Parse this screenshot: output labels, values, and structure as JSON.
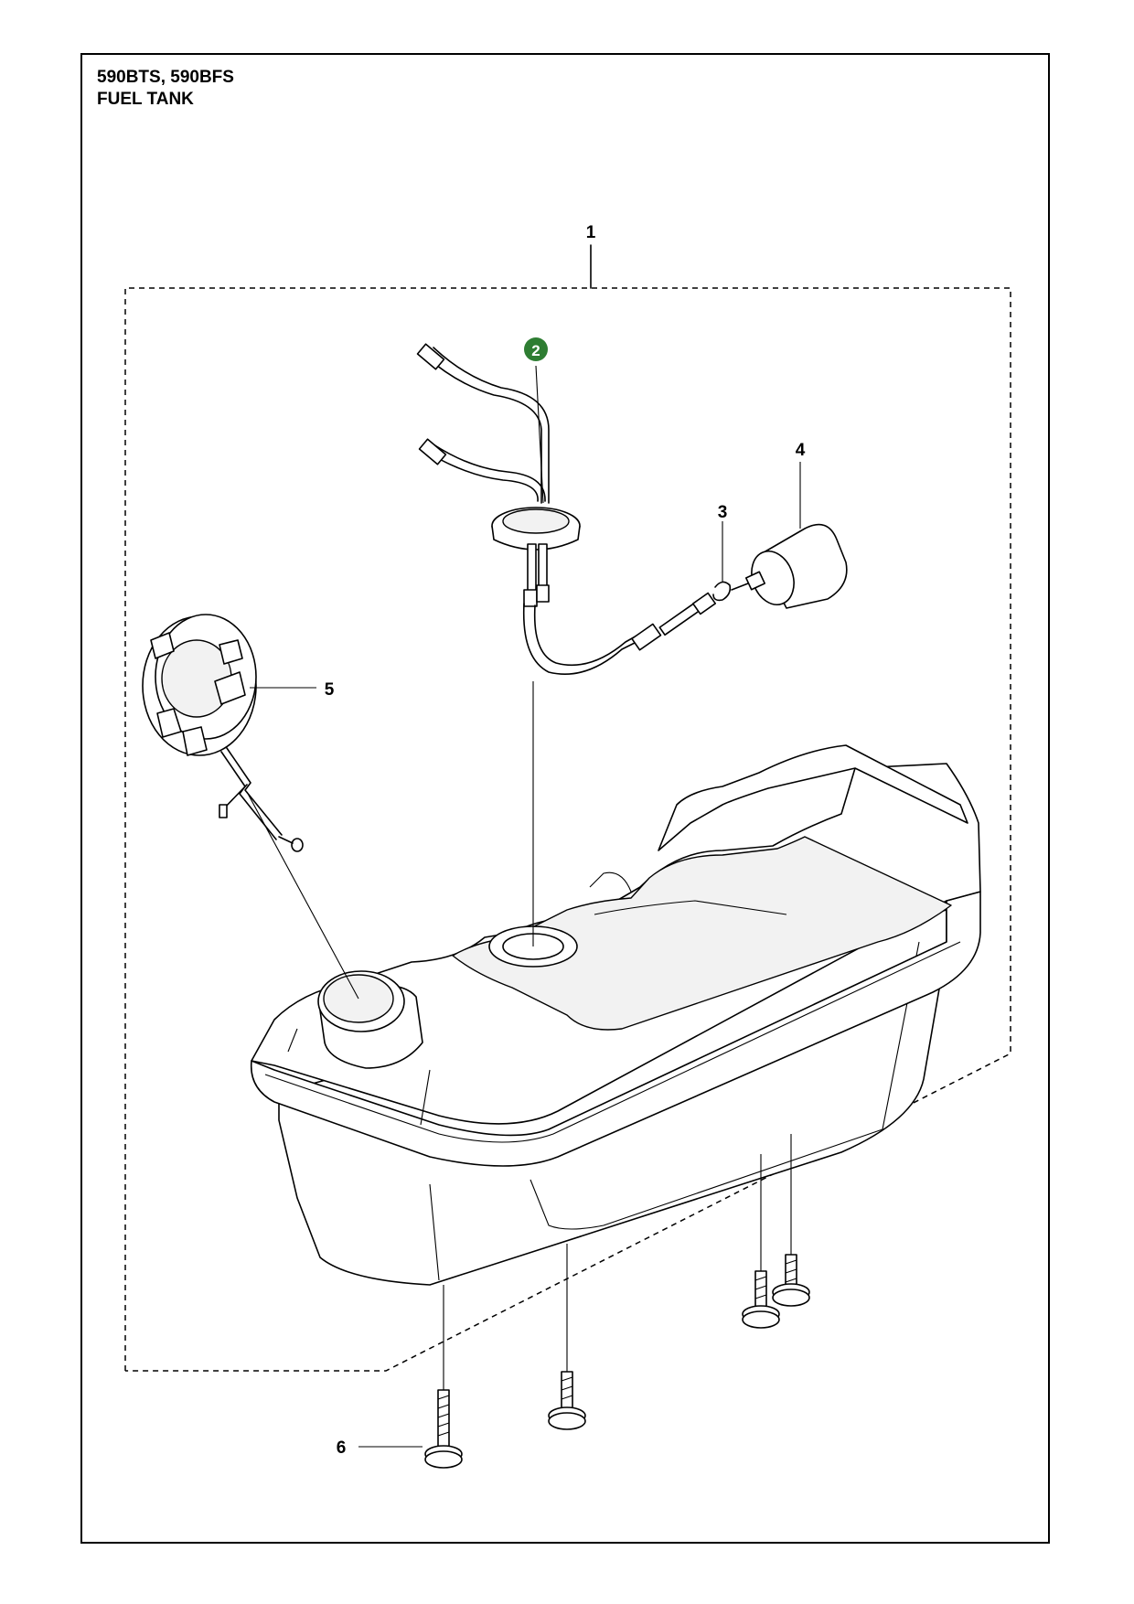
{
  "header": {
    "model": "590BTS, 590BFS",
    "section": "FUEL TANK"
  },
  "callouts": {
    "c1": "1",
    "c2": "2",
    "c3": "3",
    "c4": "4",
    "c5": "5",
    "c6": "6"
  },
  "colors": {
    "highlight_badge": "#2e7d32",
    "line": "#000000",
    "background": "#ffffff"
  }
}
